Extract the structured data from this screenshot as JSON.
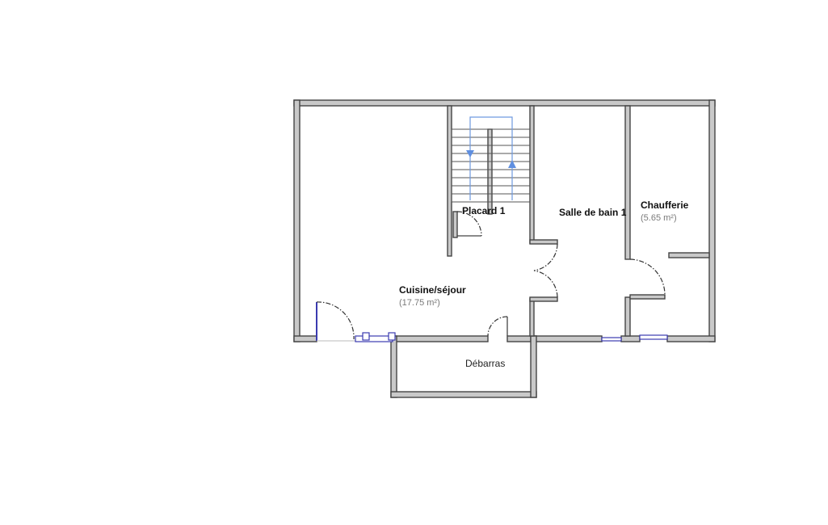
{
  "plan": {
    "rooms": {
      "cuisine": {
        "name": "Cuisine/séjour",
        "area": "(17.75 m²)"
      },
      "placard": {
        "name": "Placard 1"
      },
      "salle_de_bain": {
        "name": "Salle de bain 1"
      },
      "chaufferie": {
        "name": "Chaufferie",
        "area": "(5.65 m²)"
      },
      "debarras": {
        "name": "Débarras"
      }
    },
    "colors": {
      "wall_fill": "#c9c9c9",
      "wall_stroke": "#444444",
      "stair_arrow": "#5f8fe0",
      "window": "#3b3bb0"
    }
  }
}
